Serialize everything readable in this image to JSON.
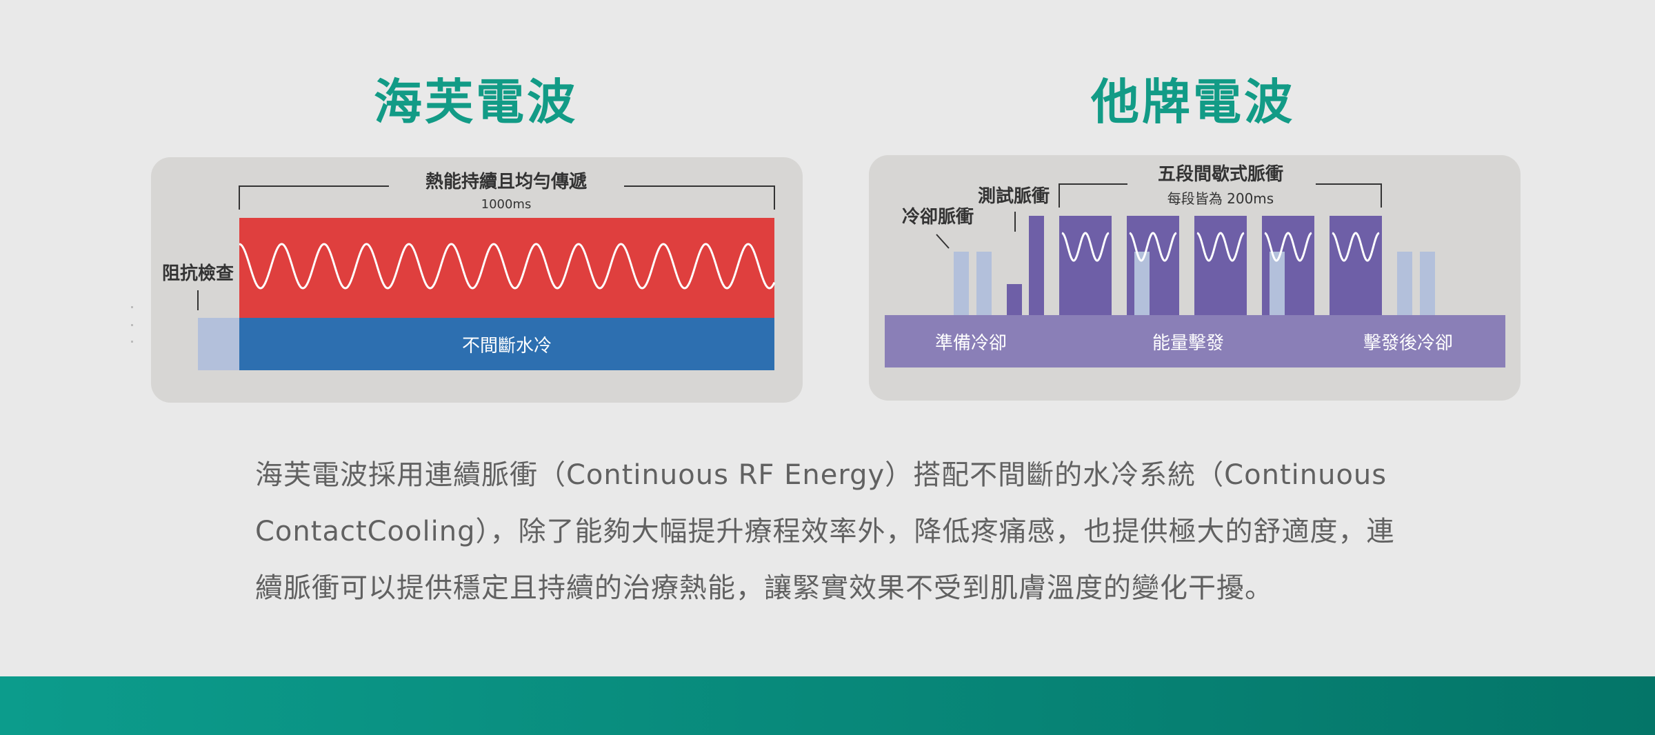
{
  "colors": {
    "accent": "#129b86",
    "red": "#df3f3e",
    "blue": "#2d6fb0",
    "lavender": "#b3c0db",
    "purple": "#6e5fa7",
    "violet": "#8a7fb7",
    "label_dark": "#333333",
    "wave": "#ffffff"
  },
  "left": {
    "title": "海芙電波",
    "bracket_label": "熱能持續且均勻傳遞",
    "duration": "1000ms",
    "side_label": "阻抗檢查",
    "base_label": "不間斷水冷"
  },
  "right": {
    "title": "他牌電波",
    "bracket_label": "五段間歇式脈衝",
    "bracket_sub": "每段皆為 200ms",
    "test_label": "測試脈衝",
    "cool_label": "冷卻脈衝",
    "base_labels": [
      "準備冷卻",
      "能量擊發",
      "擊發後冷卻"
    ]
  },
  "description": "海芙電波採用連續脈衝（Continuous RF Energy）搭配不間斷的水冷系統（Continuous ContactCooling），除了能夠大幅提升療程效率外，降低疼痛感，也提供極大的舒適度，連續脈衝可以提供穩定且持續的治療熱能，讓緊實效果不受到肌膚溫度的變化干擾。"
}
